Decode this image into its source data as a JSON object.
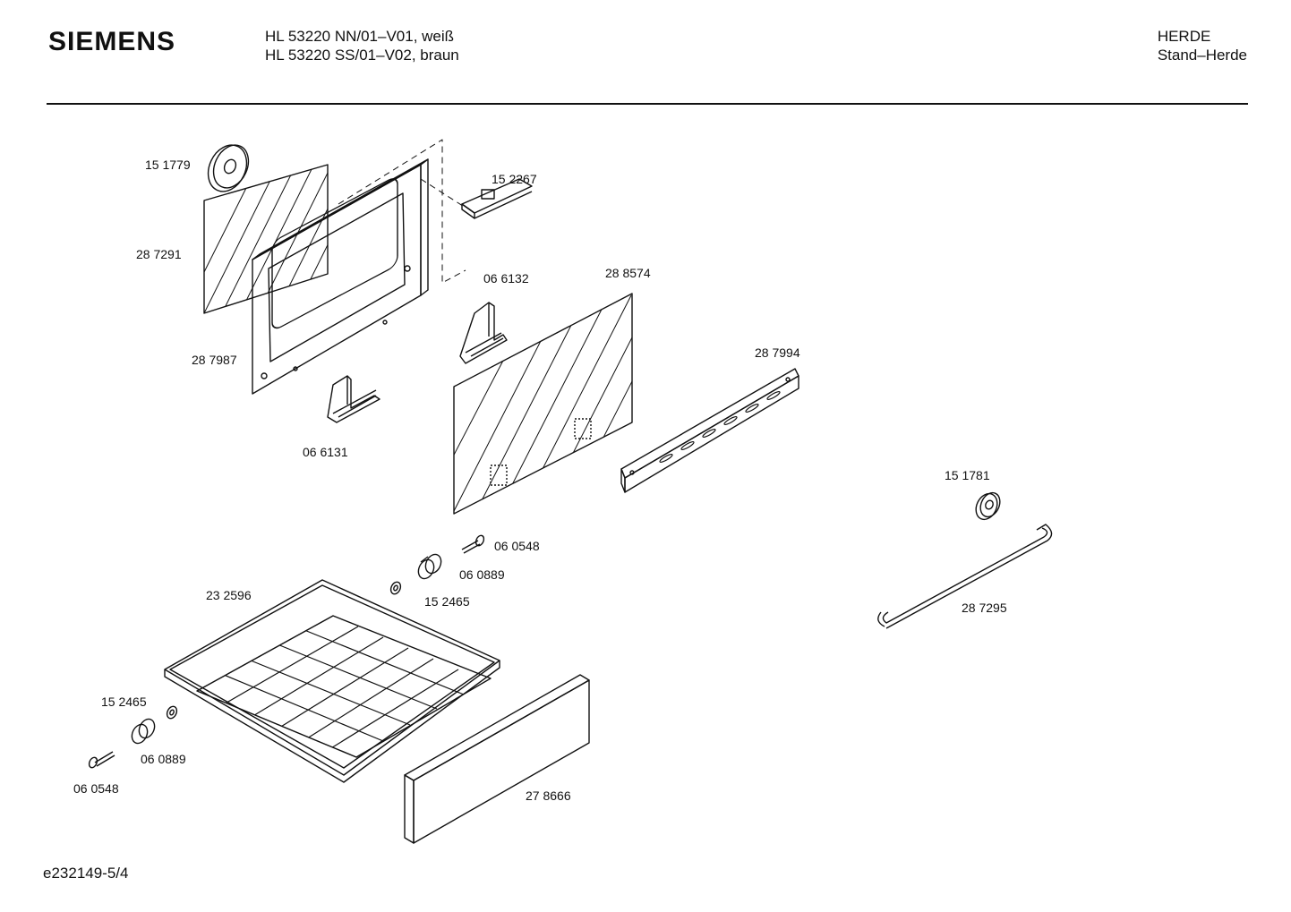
{
  "header": {
    "brand": "SIEMENS",
    "models": [
      "HL 53220 NN/01–V01, weiß",
      "HL 53220 SS/01–V02, braun"
    ],
    "category": [
      "HERDE",
      "Stand–Herde"
    ]
  },
  "parts": {
    "p151779": "15 1779",
    "p287291": "28 7291",
    "p287987": "28 7987",
    "p152267": "15 2267",
    "p066132": "06 6132",
    "p288574": "28 8574",
    "p066131": "06 6131",
    "p287994": "28 7994",
    "p151781": "15 1781",
    "p287295": "28 7295",
    "p060548a": "06 0548",
    "p060889a": "06 0889",
    "p152465a": "15 2465",
    "p232596": "23 2596",
    "p152465b": "15 2465",
    "p060889b": "06 0889",
    "p060548b": "06 0548",
    "p278666": "27 8666"
  },
  "footer": {
    "doc_id": "e232149-5/4"
  }
}
